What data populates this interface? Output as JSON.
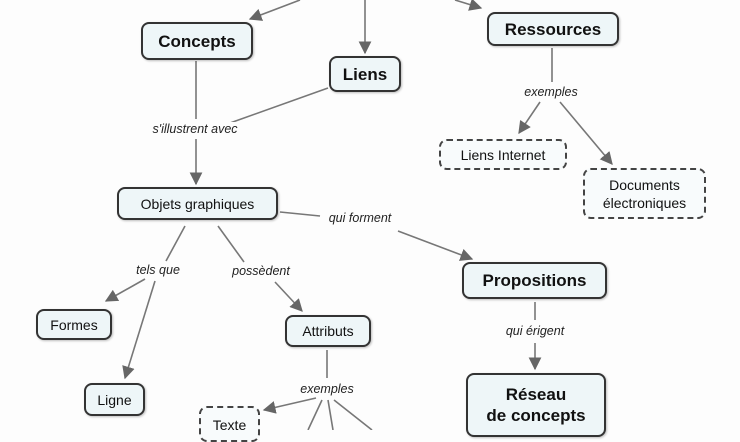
{
  "concepts": {
    "concepts": "Concepts",
    "liens": "Liens",
    "ressources": "Ressources",
    "liens_internet": "Liens Internet",
    "documents_line1": "Documents",
    "documents_line2": "électroniques",
    "objets_graphiques": "Objets graphiques",
    "propositions": "Propositions",
    "formes": "Formes",
    "attributs": "Attributs",
    "ligne": "Ligne",
    "reseau_line1": "Réseau",
    "reseau_line2": "de concepts",
    "texte": "Texte"
  },
  "link_labels": {
    "sillustrent_avec": "s'illustrent avec",
    "exemples_ressources": "exemples",
    "qui_forment": "qui forment",
    "tels_que": "tels que",
    "possedent": "possèdent",
    "qui_erigent": "qui érigent",
    "exemples_attributs": "exemples"
  }
}
